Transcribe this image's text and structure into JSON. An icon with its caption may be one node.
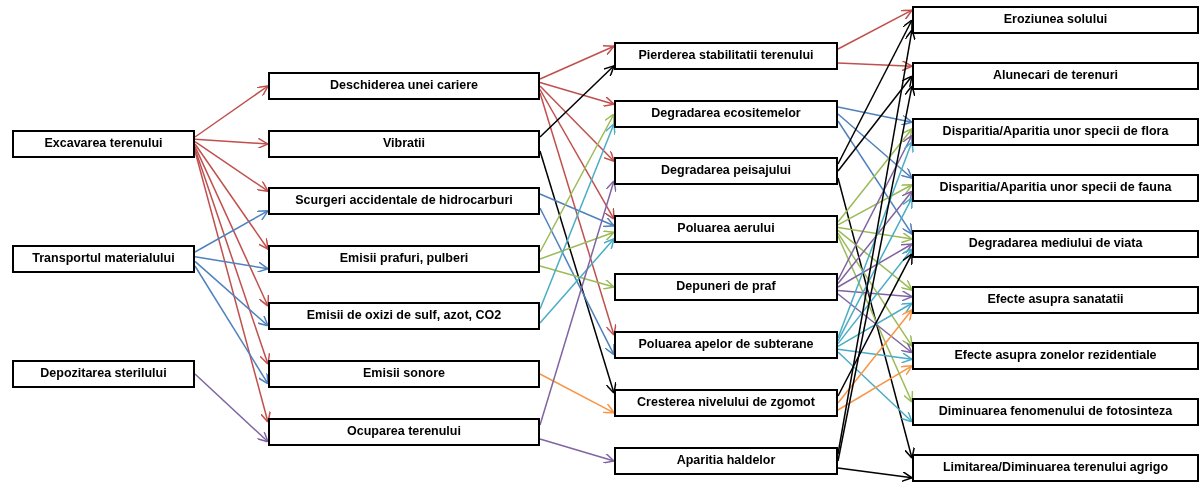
{
  "diagram": {
    "nodes": [
      {
        "text": [
          "Excavarea terenului"
        ]
      },
      {
        "text": [
          "Transportul materialului"
        ]
      },
      {
        "text": [
          "Depozitarea sterilului"
        ]
      },
      {
        "text": [
          "Deschiderea unei cariere"
        ]
      },
      {
        "text": [
          "Vibratii"
        ]
      },
      {
        "text": [
          "Scurgeri accidentale de hidrocarburi"
        ]
      },
      {
        "text": [
          "Emisii prafuri, pulberi"
        ]
      },
      {
        "text": [
          "Emisii de oxizi de sulf, azot, CO2"
        ]
      },
      {
        "text": [
          "Emisii sonore"
        ]
      },
      {
        "text": [
          "Ocuparea terenului"
        ]
      },
      {
        "text": [
          "Pierderea stabilitatii terenului"
        ]
      },
      {
        "text": [
          "Degradarea ecositemelor"
        ]
      },
      {
        "text": [
          "Degradarea peisajului"
        ]
      },
      {
        "text": [
          "Poluarea aerului"
        ]
      },
      {
        "text": [
          "Depuneri de praf"
        ]
      },
      {
        "text": [
          "Poluarea apelor de subterane"
        ]
      },
      {
        "text": [
          "Cresterea nivelului de zgomot"
        ]
      },
      {
        "text": [
          "Aparitia haldelor"
        ]
      },
      {
        "text": [
          "Eroziunea solului"
        ]
      },
      {
        "text": [
          "Alunecari de terenuri"
        ]
      },
      {
        "text": [
          "Disparitia/Aparitia unor specii de flora"
        ]
      },
      {
        "text": [
          "Disparitia/Aparitia unor specii de fauna"
        ]
      },
      {
        "text": [
          "Degradarea mediului de viata"
        ]
      },
      {
        "text": [
          "Efecte asupra sanatatii"
        ]
      },
      {
        "text": [
          "Efecte asupra zonelor rezidentiale"
        ]
      },
      {
        "text": [
          "Diminuarea fenomenului de fotosinteza"
        ]
      },
      {
        "text": [
          "Limitarea/Diminuarea terenului agrigo"
        ]
      }
    ],
    "edges": [
      {
        "from": 0,
        "to": 3,
        "arrow": "to",
        "color": "#c0504d"
      },
      {
        "from": 0,
        "to": 4,
        "arrow": "to",
        "color": "#c0504d"
      },
      {
        "from": 0,
        "to": 5,
        "arrow": "to",
        "color": "#c0504d"
      },
      {
        "from": 0,
        "to": 6,
        "arrow": "to",
        "color": "#c0504d"
      },
      {
        "from": 0,
        "to": 7,
        "arrow": "to",
        "color": "#c0504d"
      },
      {
        "from": 0,
        "to": 8,
        "arrow": "to",
        "color": "#c0504d"
      },
      {
        "from": 0,
        "to": 9,
        "arrow": "to",
        "color": "#c0504d"
      },
      {
        "from": 1,
        "to": 5,
        "arrow": "to",
        "color": "#4f81bd"
      },
      {
        "from": 1,
        "to": 6,
        "arrow": "to",
        "color": "#4f81bd"
      },
      {
        "from": 1,
        "to": 7,
        "arrow": "to",
        "color": "#4f81bd"
      },
      {
        "from": 1,
        "to": 8,
        "arrow": "to",
        "color": "#4f81bd"
      },
      {
        "from": 2,
        "to": 9,
        "arrow": "to",
        "color": "#8064a2"
      },
      {
        "from": 3,
        "to": 10,
        "arrow": "to",
        "color": "#c0504d"
      },
      {
        "from": 3,
        "to": 11,
        "arrow": "to",
        "color": "#c0504d"
      },
      {
        "from": 3,
        "to": 12,
        "arrow": "to",
        "color": "#c0504d"
      },
      {
        "from": 3,
        "to": 13,
        "arrow": "to",
        "color": "#c0504d"
      },
      {
        "from": 3,
        "to": 15,
        "arrow": "to",
        "color": "#c0504d"
      },
      {
        "from": 4,
        "to": 10,
        "arrow": "to",
        "color": "#000000"
      },
      {
        "from": 4,
        "to": 16,
        "arrow": "to",
        "color": "#000000"
      },
      {
        "from": 5,
        "to": 13,
        "arrow": "to",
        "color": "#4f81bd"
      },
      {
        "from": 5,
        "to": 15,
        "arrow": "to",
        "color": "#4f81bd"
      },
      {
        "from": 6,
        "to": 11,
        "arrow": "to",
        "color": "#9bbb59"
      },
      {
        "from": 6,
        "to": 13,
        "arrow": "to",
        "color": "#9bbb59"
      },
      {
        "from": 6,
        "to": 14,
        "arrow": "to",
        "color": "#9bbb59"
      },
      {
        "from": 7,
        "to": 11,
        "arrow": "to",
        "color": "#4bacc6"
      },
      {
        "from": 7,
        "to": 13,
        "arrow": "to",
        "color": "#4bacc6"
      },
      {
        "from": 8,
        "to": 16,
        "arrow": "to",
        "color": "#f79646"
      },
      {
        "from": 9,
        "to": 12,
        "arrow": "to",
        "color": "#8064a2"
      },
      {
        "from": 9,
        "to": 17,
        "arrow": "to",
        "color": "#8064a2"
      },
      {
        "from": 10,
        "to": 18,
        "arrow": "to",
        "color": "#c0504d"
      },
      {
        "from": 10,
        "to": 19,
        "arrow": "to",
        "color": "#c0504d"
      },
      {
        "from": 11,
        "to": 20,
        "arrow": "to",
        "color": "#4f81bd"
      },
      {
        "from": 11,
        "to": 21,
        "arrow": "to",
        "color": "#4f81bd"
      },
      {
        "from": 11,
        "to": 22,
        "arrow": "to",
        "color": "#4f81bd"
      },
      {
        "from": 12,
        "to": 18,
        "arrow": "to",
        "color": "#000000"
      },
      {
        "from": 12,
        "to": 19,
        "arrow": "to",
        "color": "#000000"
      },
      {
        "from": 12,
        "to": 26,
        "arrow": "to",
        "color": "#000000"
      },
      {
        "from": 13,
        "to": 20,
        "arrow": "to",
        "color": "#9bbb59"
      },
      {
        "from": 13,
        "to": 21,
        "arrow": "to",
        "color": "#9bbb59"
      },
      {
        "from": 13,
        "to": 22,
        "arrow": "to",
        "color": "#9bbb59"
      },
      {
        "from": 13,
        "to": 23,
        "arrow": "to",
        "color": "#9bbb59"
      },
      {
        "from": 13,
        "to": 24,
        "arrow": "to",
        "color": "#9bbb59"
      },
      {
        "from": 13,
        "to": 25,
        "arrow": "to",
        "color": "#9bbb59"
      },
      {
        "from": 14,
        "to": 20,
        "arrow": "to",
        "color": "#8064a2"
      },
      {
        "from": 14,
        "to": 21,
        "arrow": "to",
        "color": "#8064a2"
      },
      {
        "from": 14,
        "to": 22,
        "arrow": "to",
        "color": "#8064a2"
      },
      {
        "from": 14,
        "to": 23,
        "arrow": "to",
        "color": "#8064a2"
      },
      {
        "from": 14,
        "to": 24,
        "arrow": "to",
        "color": "#8064a2"
      },
      {
        "from": 15,
        "to": 20,
        "arrow": "to",
        "color": "#4bacc6"
      },
      {
        "from": 15,
        "to": 21,
        "arrow": "to",
        "color": "#4bacc6"
      },
      {
        "from": 15,
        "to": 22,
        "arrow": "to",
        "color": "#4bacc6"
      },
      {
        "from": 15,
        "to": 23,
        "arrow": "to",
        "color": "#4bacc6"
      },
      {
        "from": 15,
        "to": 24,
        "arrow": "to",
        "color": "#4bacc6"
      },
      {
        "from": 15,
        "to": 25,
        "arrow": "to",
        "color": "#4bacc6"
      },
      {
        "from": 16,
        "to": 22,
        "arrow": "to",
        "color": "#000000"
      },
      {
        "from": 16,
        "to": 23,
        "arrow": "to",
        "color": "#f79646"
      },
      {
        "from": 16,
        "to": 24,
        "arrow": "to",
        "color": "#f79646"
      },
      {
        "from": 17,
        "to": 18,
        "arrow": "to",
        "color": "#000000"
      },
      {
        "from": 17,
        "to": 19,
        "arrow": "to",
        "color": "#000000"
      },
      {
        "from": 17,
        "to": 26,
        "arrow": "to",
        "color": "#000000"
      }
    ]
  }
}
